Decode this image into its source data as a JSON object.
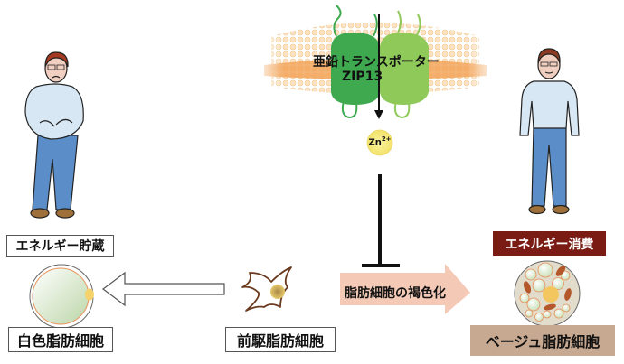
{
  "membrane": {
    "transporter_name": "亜鉛トランスポーター",
    "transporter_id": "ZIP13"
  },
  "zinc_ion": {
    "symbol": "Zn",
    "charge": "2+"
  },
  "left": {
    "person": "obese-person",
    "label_top": "エネルギー貯蔵",
    "cell_label": "白色脂肪細胞"
  },
  "center": {
    "cell_label": "前駆脂肪細胞",
    "process_label": "脂肪細胞の褐色化"
  },
  "right": {
    "person": "slim-person",
    "label_top": "エネルギー消費",
    "cell_label": "ベージュ脂肪細胞"
  },
  "colors": {
    "membrane_orange": "#f0a050",
    "transporter_dark_green": "#3fa94f",
    "transporter_light_green": "#8fc95a",
    "zinc_yellow": "#f7ee8a",
    "energy_use_bg": "#7a1c14",
    "beige_label_bg": "#c7a890",
    "browning_arrow": "#f4c9b6"
  }
}
